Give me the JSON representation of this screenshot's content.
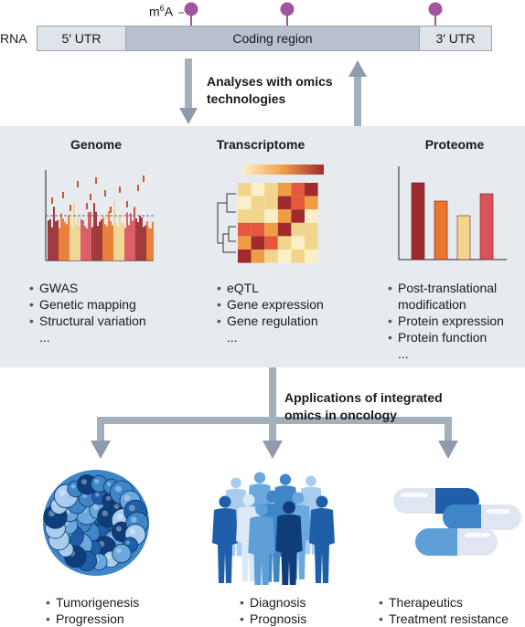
{
  "rna": {
    "label": "RNA",
    "utr5": "5′ UTR",
    "coding": "Coding region",
    "utr3": "3′ UTR",
    "mod_label": "m",
    "mod_sup": "6",
    "mod_suffix": "A"
  },
  "arrow_top_label_1": "Analyses with omics",
  "arrow_top_label_2": "technologies",
  "columns": {
    "genome": {
      "title": "Genome",
      "items": [
        "GWAS",
        "Genetic mapping",
        "Structural variation"
      ],
      "more": "..."
    },
    "transcriptome": {
      "title": "Transcriptome",
      "items": [
        "eQTL",
        "Gene expression",
        "Gene regulation"
      ],
      "more": "..."
    },
    "proteome": {
      "title": "Proteome",
      "items": [
        "Post-translational",
        "Protein expression",
        "Protein function"
      ],
      "item1_cont": "modification",
      "more": "..."
    }
  },
  "applications": {
    "label_1": "Applications of integrated",
    "label_2": "omics in oncology",
    "tumor": [
      "Tumorigenesis",
      "Progression"
    ],
    "people": [
      "Diagnosis",
      "Prognosis"
    ],
    "pills": [
      "Therapeutics",
      "Treatment resistance"
    ]
  },
  "chart_data": {
    "type": "bar",
    "categories": [
      "",
      "",
      "",
      ""
    ],
    "values": [
      0.84,
      0.64,
      0.48,
      0.72
    ],
    "colors": [
      "#9b2a2e",
      "#e9762b",
      "#f2d58c",
      "#d9535a"
    ],
    "ylim": [
      0,
      1
    ]
  },
  "colors": {
    "panel": "#e7ebf0",
    "arrow": "#8f9bab",
    "pin": "#a0559c",
    "dark_red": "#9b2a2e",
    "orange": "#e9762b",
    "yellow": "#f2d58c",
    "red": "#d9535a"
  }
}
